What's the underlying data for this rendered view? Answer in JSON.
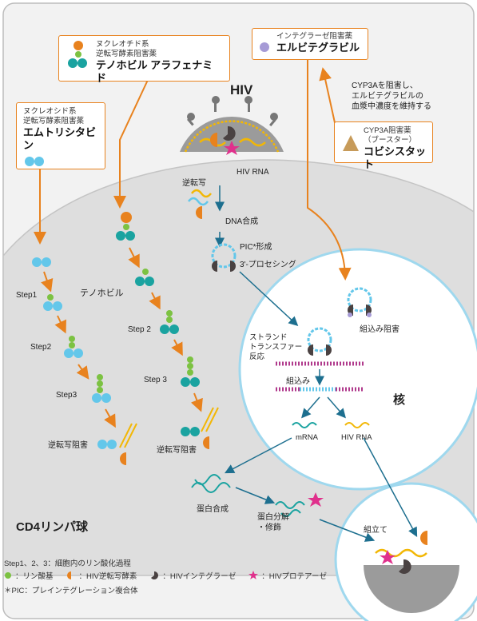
{
  "drug_boxes": {
    "emtricitabine": {
      "category": "ヌクレオシド系\n逆転写酵素阻害薬",
      "name": "エムトリシタビン"
    },
    "tenofovir": {
      "category": "ヌクレオチド系\n逆転写酵素阻害薬",
      "name": "テノホビル アラフェナミド"
    },
    "elvitegravir": {
      "category": "インテグラーゼ阻害薬",
      "name": "エルビテグラビル"
    },
    "cobicistat": {
      "category": "CYP3A阻害薬\n（ブースター）",
      "name": "コビシスタット"
    }
  },
  "cyp3a_note": "CYP3Aを阻害し、\nエルビテグラビルの\n血漿中濃度を維持する",
  "labels": {
    "hiv": "HIV",
    "hiv_rna": "HIV RNA",
    "reverse_transcription": "逆転写",
    "dna_synthesis": "DNA合成",
    "pic_formation": "PIC*形成",
    "processing": "3'-プロセシング",
    "integration_block": "組込み阻害",
    "strand_transfer": "ストランド\nトランスファー\n反応",
    "integration": "組込み",
    "nucleus": "核",
    "mrna": "mRNA",
    "hiv_rna_2": "HIV RNA",
    "protein_synthesis": "蛋白合成",
    "protein_cleavage": "蛋白分解\n・修飾",
    "assembly": "組立て",
    "cell": "CD4リンパ球",
    "tenofovir_label": "テノホビル",
    "step1": "Step1",
    "step2_left": "Step2",
    "step3_left": "Step3",
    "rt_block_left": "逆転写阻害",
    "step2_right": "Step 2",
    "step3_right": "Step 3",
    "rt_block_right": "逆転写阻害"
  },
  "legend": {
    "steps": "Step1、2、3：細胞内のリン酸化過程",
    "phosphate": "：リン酸基",
    "rt_enzyme": "：HIV逆転写酵素",
    "integrase": "：HIVインテグラーゼ",
    "protease": "：HIVプロテアーゼ",
    "pic": "＊PIC：プレインテグレーション複合体"
  },
  "colors": {
    "orange": "#e8821e",
    "blue_arrow": "#1d6f8f",
    "light_blue": "#63c7ea",
    "green": "#7cc242",
    "magenta": "#e0308c",
    "purple_strand": "#b03a8c",
    "teal_strand": "#1aa3a0",
    "yellow_strand": "#f2b705",
    "gray_cell": "#dcdcdc",
    "gray_bg": "#f0f0f0"
  }
}
